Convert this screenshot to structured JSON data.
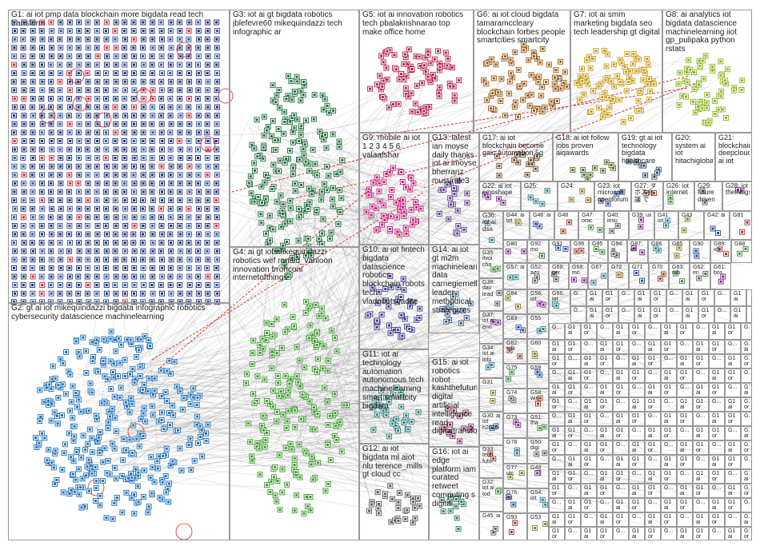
{
  "groups": [
    {
      "id": "G1",
      "text": "G1: ai iot pmp data blockchain more bigdata read tech transform"
    },
    {
      "id": "G2",
      "text": "G2: gt ai iot mikequindazzi bigdata infographic robotics cybersecurity datascience machinelearning"
    },
    {
      "id": "G3",
      "text": "G3: iot ai gt bigdata robotics jblefevre60 mikequindazzi tech infographic ar"
    },
    {
      "id": "G4",
      "text": "G4: ai gt iot mikequindazzi robotics wef ronald_vanloon innovation frronconi internetofthings"
    },
    {
      "id": "G5",
      "text": "G5: iot ai innovation robotics tech pbalakrishnarao top make office home"
    },
    {
      "id": "G6",
      "text": "G6: ai iot cloud bigdata tamaramccleary blockchain forbes people smartcities smartcity"
    },
    {
      "id": "G7",
      "text": "G7: iot ai smm marketing bigdata seo tech leadership gt digital"
    },
    {
      "id": "G8",
      "text": "G8: ai analytics iot bigdata datascience machinelearning iiot gp_pulipaka python rstats"
    },
    {
      "id": "G9",
      "text": "G9: mobile ai iot 1 2 3 4 5 6 valaafshar"
    },
    {
      "id": "G10",
      "text": "G10: ai iot fintech bigdata datascience robotics blockchain robots tech vladobotsvadze"
    },
    {
      "id": "G11",
      "text": "G11: iot ai technology automation autonomous tech machinelearning smart smartcity bigdata"
    },
    {
      "id": "G12",
      "text": "G12: ai iot bigdata ml aiot nlu terence_mills gt cloud cc"
    },
    {
      "id": "G13",
      "text": "G13: latest ian moyse daily thanks iot ai imoyse bherranz musunde3"
    },
    {
      "id": "G14",
      "text": "G14: ai iot gt m2m machinelearning data carnegiemellon leader methodical strategizes"
    },
    {
      "id": "G15",
      "text": "G15: ai iot robotics robot kashthefuturist digital artificial intelligence read digitaltransformation"
    },
    {
      "id": "G16",
      "text": "G16: iot ai edge platform iam curated retweet computing s digital"
    },
    {
      "id": "G17",
      "text": "G17: ai iot blockchain become gaic automation 5g"
    },
    {
      "id": "G18",
      "text": "G18: ai iot follow jobs proven aiqawards"
    },
    {
      "id": "G19",
      "text": "G19: gt ai iot technology bigdata healthcare"
    },
    {
      "id": "G20",
      "text": "G20: system ai iot hitachiglobal"
    },
    {
      "id": "G21",
      "text": "G21: blockchain deepcloud ai iot"
    },
    {
      "id": "G22",
      "text": "G22: ai iot emoshape"
    },
    {
      "id": "G23",
      "text": "G23: iot microsoft openforum"
    },
    {
      "id": "G24",
      "text": "G24:"
    },
    {
      "id": "G25",
      "text": "G25:"
    },
    {
      "id": "G26",
      "text": "G26: iot internet"
    },
    {
      "id": "G27",
      "text": "G27: ダ ボス会 議 で"
    },
    {
      "id": "G28",
      "text": "G28: iot thethings"
    },
    {
      "id": "G29",
      "text": "G29: future driven"
    },
    {
      "id": "G30",
      "text": "G30: ai iot h2020"
    },
    {
      "id": "G31",
      "text": "G31"
    },
    {
      "id": "G32",
      "text": "G32: iot ai tod"
    },
    {
      "id": "G33",
      "text": "G33: tech futu"
    },
    {
      "id": "G34",
      "text": "G34: iot ai info"
    },
    {
      "id": "G35",
      "text": "G35: itvoi cha"
    },
    {
      "id": "G36",
      "text": "G36: iot ai dsa"
    },
    {
      "id": "G37",
      "text": "G37: iot ai enri"
    },
    {
      "id": "G38",
      "text": "G38: dav lead"
    },
    {
      "id": "G39",
      "text": "G39: ux"
    },
    {
      "id": "G40",
      "text": "G40: insu"
    },
    {
      "id": "G41",
      "text": "G41: iot"
    },
    {
      "id": "G42",
      "text": "G42: ai"
    },
    {
      "id": "G43",
      "text": "G43"
    },
    {
      "id": "G44",
      "text": "G44: ai iot"
    },
    {
      "id": "G45",
      "text": "G45: ai"
    },
    {
      "id": "G46",
      "text": "G46: ai"
    },
    {
      "id": "G47",
      "text": "G47: orac"
    },
    {
      "id": "G48",
      "text": "G48"
    },
    {
      "id": "G49",
      "text": "G49"
    },
    {
      "id": "G50",
      "text": "G50: digi"
    },
    {
      "id": "G51",
      "text": "G51: tha"
    },
    {
      "id": "G52",
      "text": "G52: azu"
    },
    {
      "id": "G53",
      "text": "G53"
    },
    {
      "id": "G54",
      "text": "G54: iot"
    },
    {
      "id": "G55",
      "text": "G55"
    },
    {
      "id": "G56",
      "text": "G56: iot"
    },
    {
      "id": "G57",
      "text": "G57: ai"
    },
    {
      "id": "G58",
      "text": "G58: win"
    },
    {
      "id": "G59",
      "text": "G59"
    },
    {
      "id": "G60",
      "text": "G60"
    },
    {
      "id": "G61",
      "text": "G61: bos"
    },
    {
      "id": "G62",
      "text": "G62: en"
    },
    {
      "id": "G63",
      "text": "G63: rob"
    },
    {
      "id": "G66",
      "text": "G66: iot"
    },
    {
      "id": "G67",
      "text": "G67"
    },
    {
      "id": "G68",
      "text": "G68: mo"
    },
    {
      "id": "G69",
      "text": "G69: per"
    },
    {
      "id": "G70",
      "text": "G70"
    },
    {
      "id": "G71",
      "text": "G71"
    },
    {
      "id": "G72",
      "text": "G72"
    },
    {
      "id": "G73",
      "text": "G73"
    },
    {
      "id": "G74",
      "text": "G74"
    },
    {
      "id": "G75",
      "text": "G75"
    },
    {
      "id": "G76",
      "text": "G76: iot"
    },
    {
      "id": "G77",
      "text": "G77: utc"
    },
    {
      "id": "G78",
      "text": "G78"
    },
    {
      "id": "G79",
      "text": "G79"
    },
    {
      "id": "G80",
      "text": "G80"
    },
    {
      "id": "G81",
      "text": "G81"
    },
    {
      "id": "G82",
      "text": "G82: talk"
    },
    {
      "id": "G83",
      "text": "G83"
    },
    {
      "id": "G84",
      "text": "G84"
    },
    {
      "id": "G85",
      "text": "G85"
    },
    {
      "id": "G86",
      "text": "G86"
    },
    {
      "id": "G87",
      "text": "G87: iot"
    },
    {
      "id": "G88",
      "text": "G88"
    },
    {
      "id": "G89",
      "text": "G89: iot"
    },
    {
      "id": "G90",
      "text": "G90"
    },
    {
      "id": "G91",
      "text": "G91"
    },
    {
      "id": "G92",
      "text": "G92: mo"
    },
    {
      "id": "G93",
      "text": "G93"
    },
    {
      "id": "G94",
      "text": "G94: ai"
    },
    {
      "id": "G95",
      "text": "G95"
    },
    {
      "id": "G96",
      "text": "G96"
    },
    {
      "id": "Gs1",
      "text": "G..."
    },
    {
      "id": "Gs2",
      "text": "G1 ai"
    },
    {
      "id": "Gs3",
      "text": "G1 or"
    }
  ],
  "colors": {
    "G1": "#1a2f7a",
    "G2": "#1e6fb5",
    "G3": "#1f6e3a",
    "G4": "#3a9a2a",
    "G5": "#b3204a",
    "G6": "#9a5a14",
    "G7": "#c89a12",
    "G8": "#8ab51e",
    "G9": "#c41e78",
    "G10": "#3a3a8a",
    "edge": "#8a8a8a",
    "highlight_edge": "#e02020",
    "border": "#9a9a9a"
  }
}
